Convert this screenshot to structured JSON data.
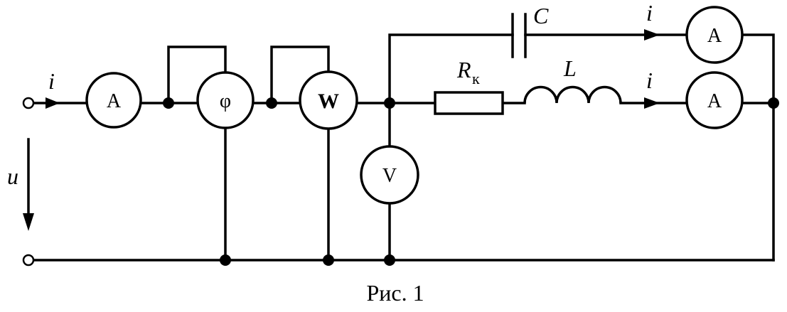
{
  "figure": {
    "caption": "Рис. 1"
  },
  "meters": {
    "input_ammeter": "A",
    "phase_meter": "φ",
    "wattmeter": "W",
    "voltmeter": "V",
    "capacitor_branch_ammeter": "A",
    "inductive_branch_ammeter": "A"
  },
  "labels": {
    "input_current": "i",
    "voltage": "u",
    "capacitor": "C",
    "resistor_main": "R",
    "resistor_sub": "к",
    "inductor": "L",
    "capacitor_branch_current": "i",
    "inductive_branch_current": "i"
  }
}
